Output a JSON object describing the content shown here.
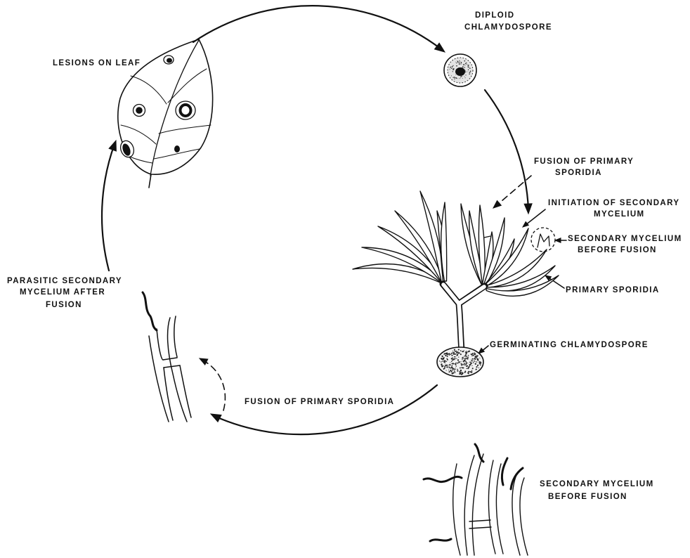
{
  "labels": {
    "lesions_on_leaf": "LESIONS ON LEAF",
    "diploid_chlamydospore": {
      "line1": "DIPLOID",
      "line2": "CHLAMYDOSPORE"
    },
    "fusion_of_primary_sporidia_top": {
      "line1": "FUSION OF PRIMARY",
      "line2": "SPORIDIA"
    },
    "initiation_of_secondary_mycelium": {
      "line1": "INITIATION OF SECONDARY",
      "line2": "MYCELIUM"
    },
    "secondary_mycelium_before_fusion_top": {
      "line1": "SECONDARY MYCELIUM",
      "line2": "BEFORE FUSION"
    },
    "primary_sporidia": "PRIMARY SPORIDIA",
    "germinating_chlamydospore": "GERMINATING CHLAMYDOSPORE",
    "fusion_of_primary_sporidia_bottom": "FUSION OF PRIMARY SPORIDIA",
    "parasitic_secondary_mycelium": {
      "line1": "PARASITIC SECONDARY",
      "line2": "MYCELIUM AFTER",
      "line3": "FUSION"
    },
    "secondary_mycelium_before_fusion_bottom": {
      "line1": "SECONDARY MYCELIUM",
      "line2": "BEFORE FUSION"
    }
  },
  "colors": {
    "ink": "#111111",
    "paper": "#ffffff"
  }
}
